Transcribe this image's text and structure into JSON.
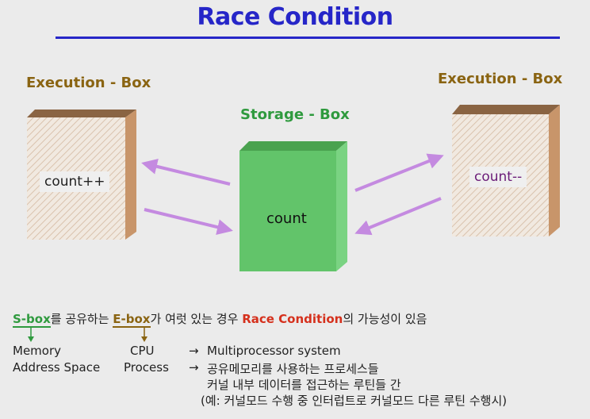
{
  "title": "Race Condition",
  "left_box": {
    "label": "Execution - Box",
    "text": "count++"
  },
  "center_box": {
    "label": "Storage - Box",
    "text": "count"
  },
  "right_box": {
    "label": "Execution - Box",
    "text": "count--"
  },
  "colors": {
    "title": "#2626c8",
    "ebox_label": "#8a6412",
    "sbox_label": "#2f9a3e",
    "race": "#d5301c",
    "arrow": "#c48ae0",
    "storage_front": "#62c46a",
    "storage_top": "#4aa24f",
    "storage_side": "#7ad382",
    "ebox_side": "#c8956a"
  },
  "notes": {
    "line1": {
      "sbox": "S-box",
      "part1": "를 공유하는 ",
      "ebox": "E-box",
      "part2": "가 여럿 있는 경우 ",
      "race": "Race Condition",
      "part3": "의 가능성이 있음"
    },
    "row1": {
      "left": "Memory",
      "mid": "CPU",
      "arrow": "→",
      "right": "Multiprocessor system"
    },
    "row2": {
      "left": "Address Space",
      "mid": "Process",
      "arrow": "→",
      "right": "공유메모리를 사용하는 프로세스들"
    },
    "row3": "커널 내부 데이터를 접근하는 루틴들 간",
    "row4": "(예: 커널모드 수행 중 인터럽트로 커널모드 다른 루틴 수행시)"
  }
}
